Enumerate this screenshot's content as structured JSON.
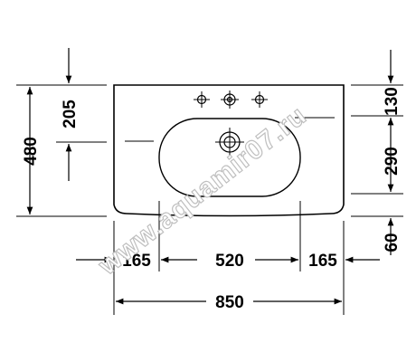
{
  "dimensions": {
    "overall_height": "480",
    "top_to_taphole": "205",
    "top_band": "130",
    "bowl_zone": "290",
    "bottom_band": "60",
    "left_offset": "165",
    "middle_span": "520",
    "right_offset": "165",
    "overall_width": "850"
  },
  "watermark": {
    "text": "www.aquamir07.ru"
  },
  "colors": {
    "line": "#000000",
    "watermark_stroke": "#bfbfbf",
    "background": "#ffffff"
  }
}
